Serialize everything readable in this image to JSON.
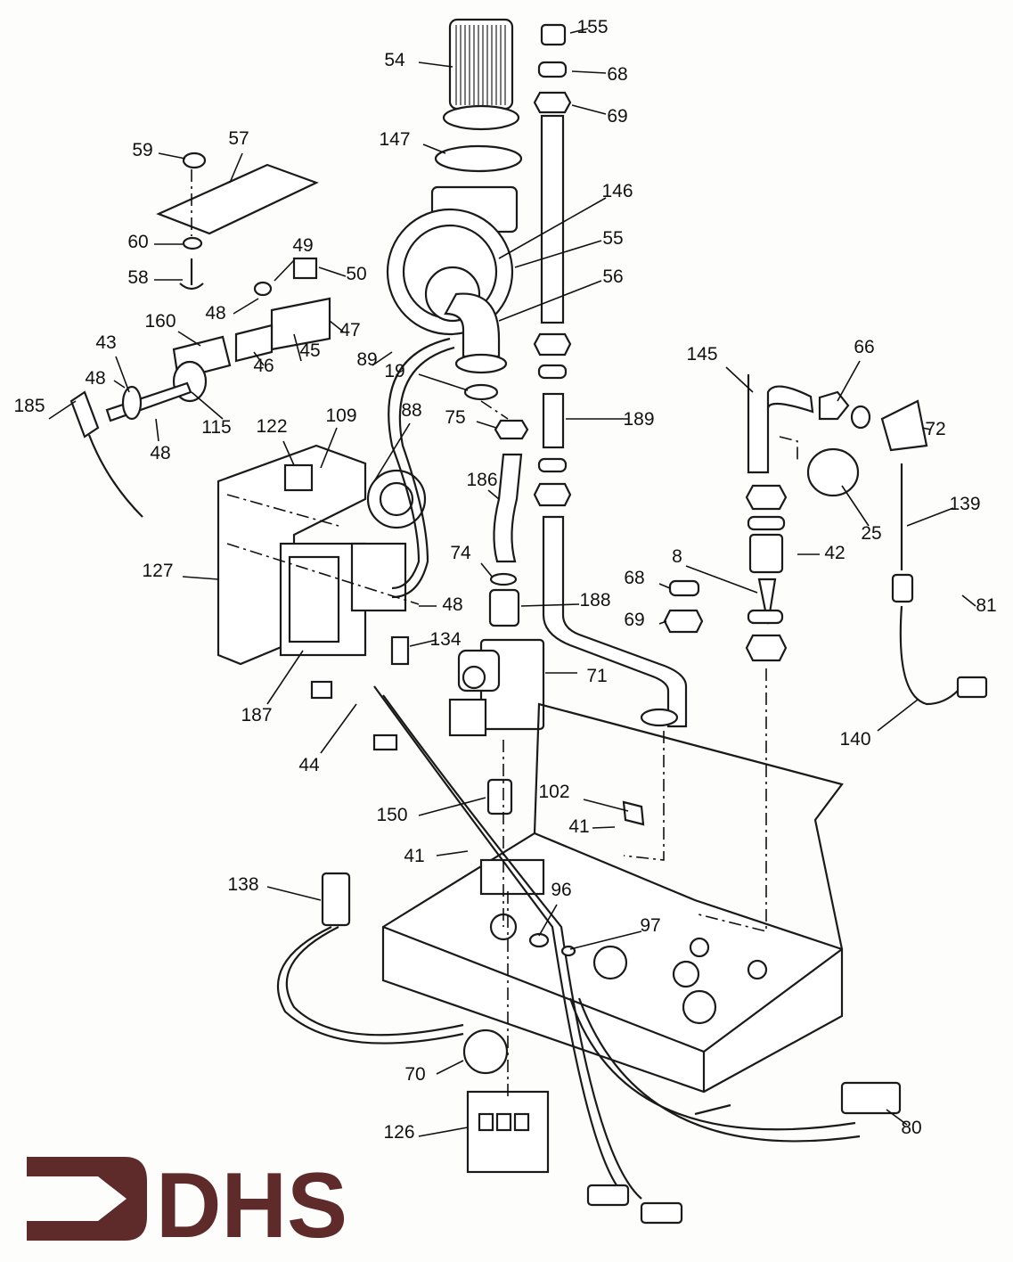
{
  "diagram": {
    "part_numbers": [
      "155",
      "54",
      "68",
      "69",
      "59",
      "57",
      "147",
      "146",
      "55",
      "60",
      "49",
      "50",
      "58",
      "56",
      "48",
      "47",
      "160",
      "43",
      "89",
      "66",
      "145",
      "45",
      "46",
      "19",
      "48",
      "185",
      "115",
      "48",
      "189",
      "72",
      "75",
      "122",
      "109",
      "88",
      "186",
      "139",
      "25",
      "127",
      "74",
      "42",
      "8",
      "68",
      "188",
      "81",
      "48",
      "69",
      "134",
      "71",
      "187",
      "44",
      "140",
      "150",
      "102",
      "41",
      "41",
      "138",
      "96",
      "97",
      "70",
      "126",
      "80"
    ]
  },
  "logo": {
    "text": "DHS",
    "color": "#5e2a2a"
  }
}
